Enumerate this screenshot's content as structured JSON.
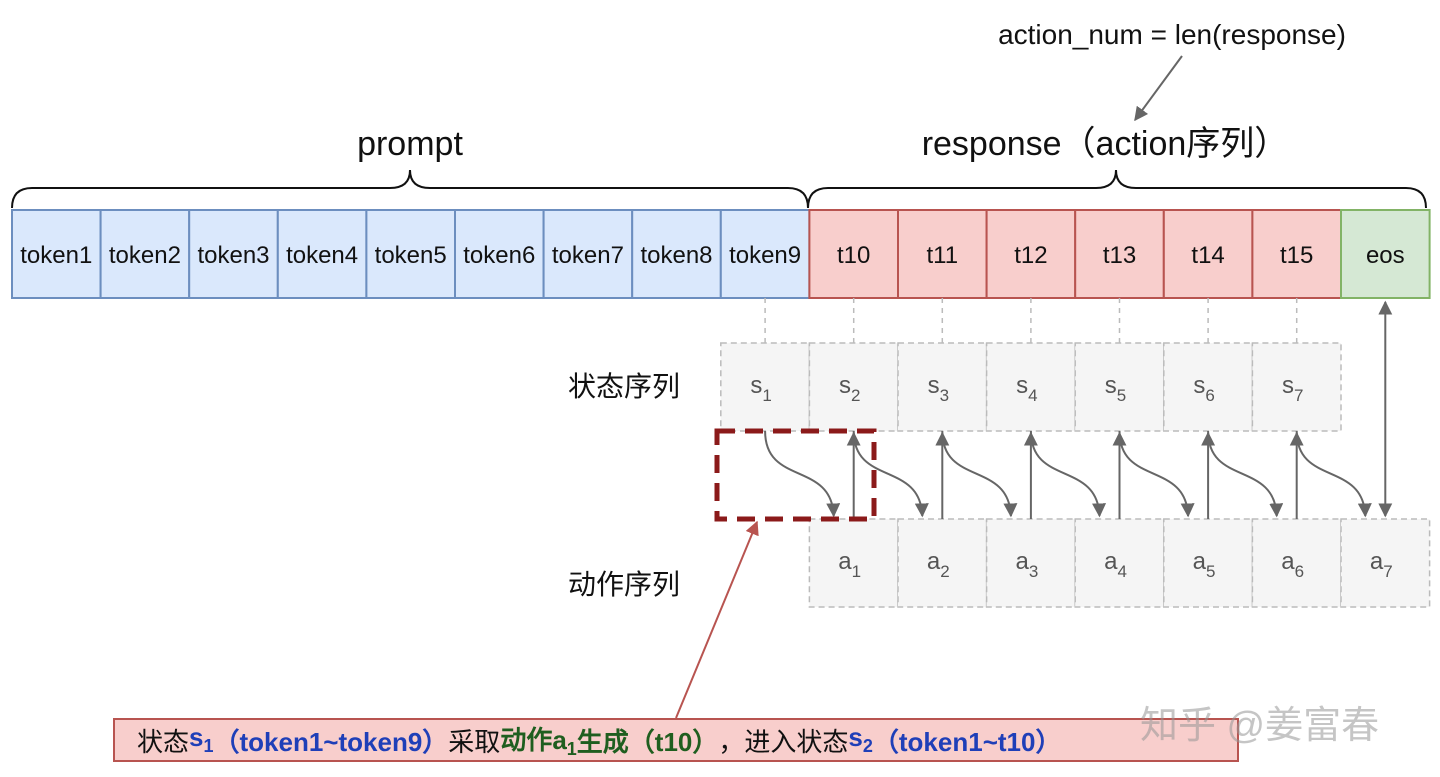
{
  "formula": "action_num = len(response)",
  "prompt_label": "prompt",
  "response_label": "response（action序列）",
  "prompt_tokens": [
    "token1",
    "token2",
    "token3",
    "token4",
    "token5",
    "token6",
    "token7",
    "token8",
    "token9"
  ],
  "response_tokens": [
    "t10",
    "t11",
    "t12",
    "t13",
    "t14",
    "t15"
  ],
  "eos_label": "eos",
  "state_row_label": "状态序列",
  "action_row_label": "动作序列",
  "state_base": "s",
  "action_base": "a",
  "state_subscripts": [
    "1",
    "2",
    "3",
    "4",
    "5",
    "6",
    "7"
  ],
  "action_subscripts": [
    "1",
    "2",
    "3",
    "4",
    "5",
    "6",
    "7"
  ],
  "caption": {
    "p1": "状态",
    "p2": "s",
    "p2sub": "1",
    "p3": "（token1~token9）",
    "p4": "采取",
    "p5": "动作a",
    "p5sub": "1",
    "p6": "生成（t10）",
    "p7": "，进入状态",
    "p8": "s",
    "p8sub": "2",
    "p9": "（token1~t10）"
  },
  "watermark": "知乎 @姜富春",
  "colors": {
    "prompt_fill": "#dae8fc",
    "prompt_stroke": "#6c8ebf",
    "response_fill": "#f8cecc",
    "response_stroke": "#b85450",
    "eos_fill": "#d5e8d4",
    "eos_stroke": "#82b366",
    "seq_fill": "#f5f5f5",
    "seq_stroke": "#bbbbbb",
    "highlight": "#8b1a1a",
    "arrow": "#666666",
    "caption_arrow": "#b85450"
  }
}
